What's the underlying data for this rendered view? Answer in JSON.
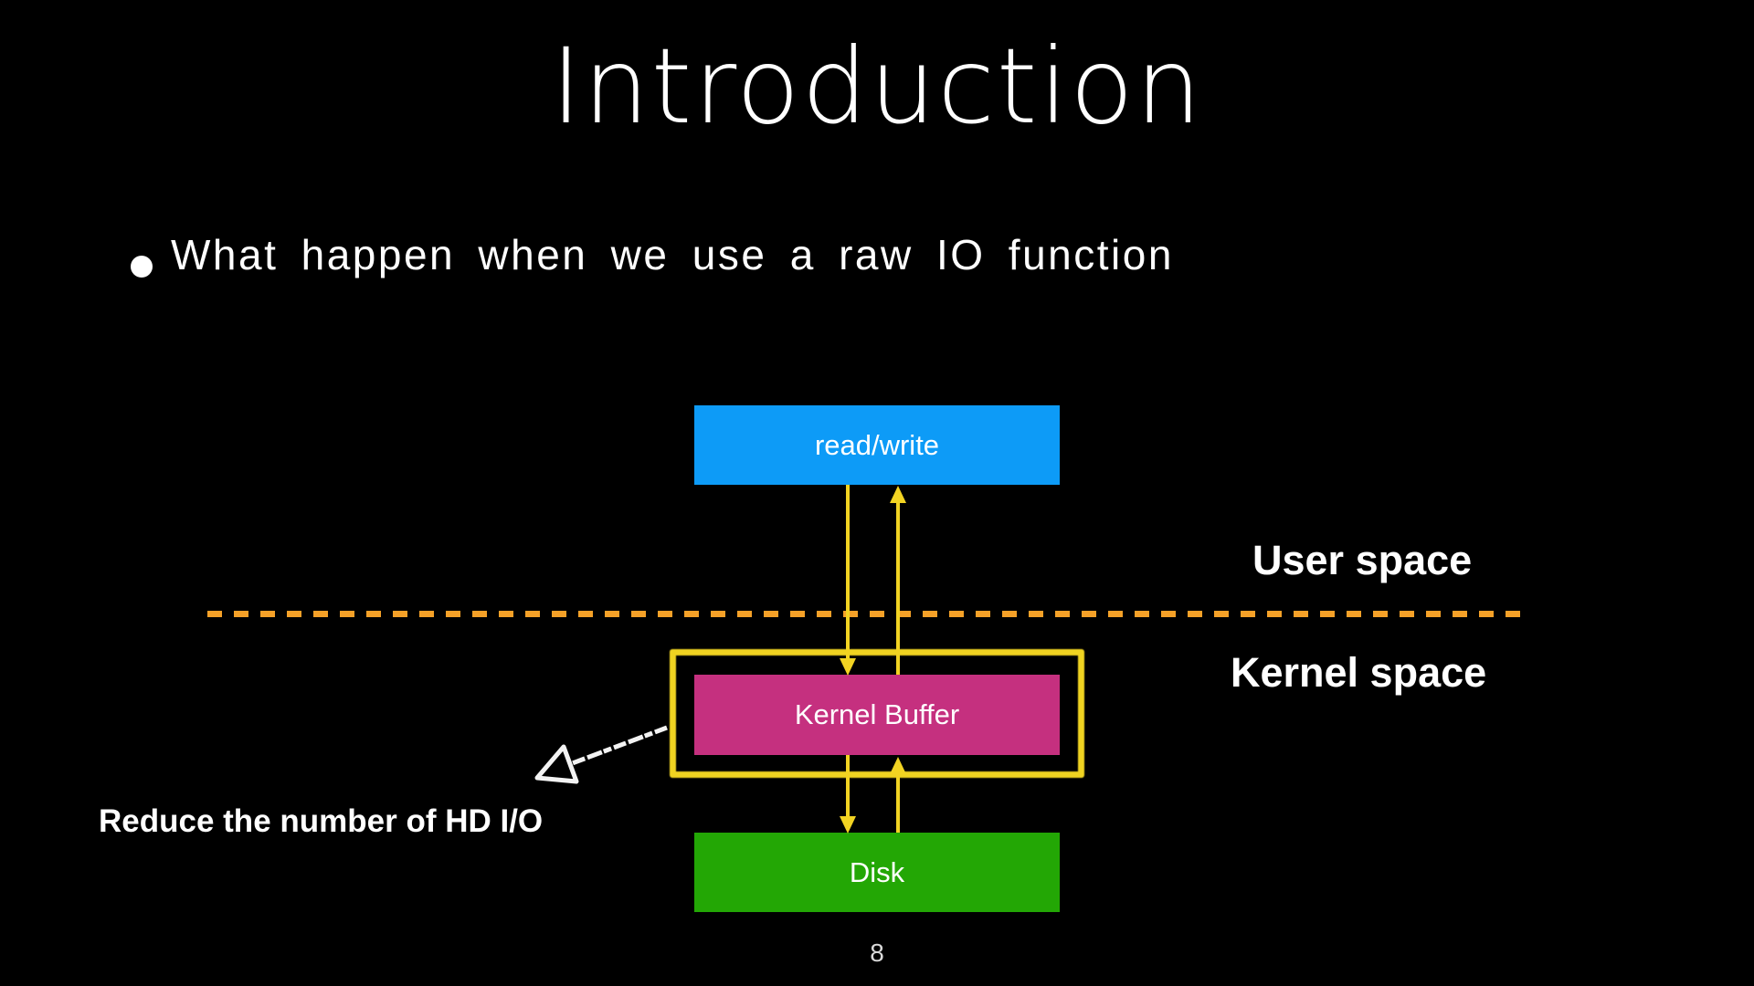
{
  "theme": {
    "bg": "#000000",
    "text": "#ffffff",
    "box-blue": "#0d9bf7",
    "box-pink": "#c5307f",
    "box-green": "#23a705",
    "arrow-yellow": "#f2d322",
    "divider-orange": "#f5a128",
    "highlight-yellow": "#f0d321",
    "chalk-white": "#f3f3f3",
    "page-gray": "#d9d9d9"
  },
  "slide": {
    "title": "Introduction",
    "bullet_text": "What happen when we use a raw IO function",
    "page_number": "8"
  },
  "diagram": {
    "boxes": [
      {
        "label": "read/write",
        "color": "#0d9bf7"
      },
      {
        "label": "Kernel Buffer",
        "color": "#c5307f"
      },
      {
        "label": "Disk",
        "color": "#23a705"
      }
    ],
    "region_labels": {
      "user_space": "User space",
      "kernel_space": "Kernel space"
    },
    "annotation": "Reduce the number of HD I/O"
  }
}
